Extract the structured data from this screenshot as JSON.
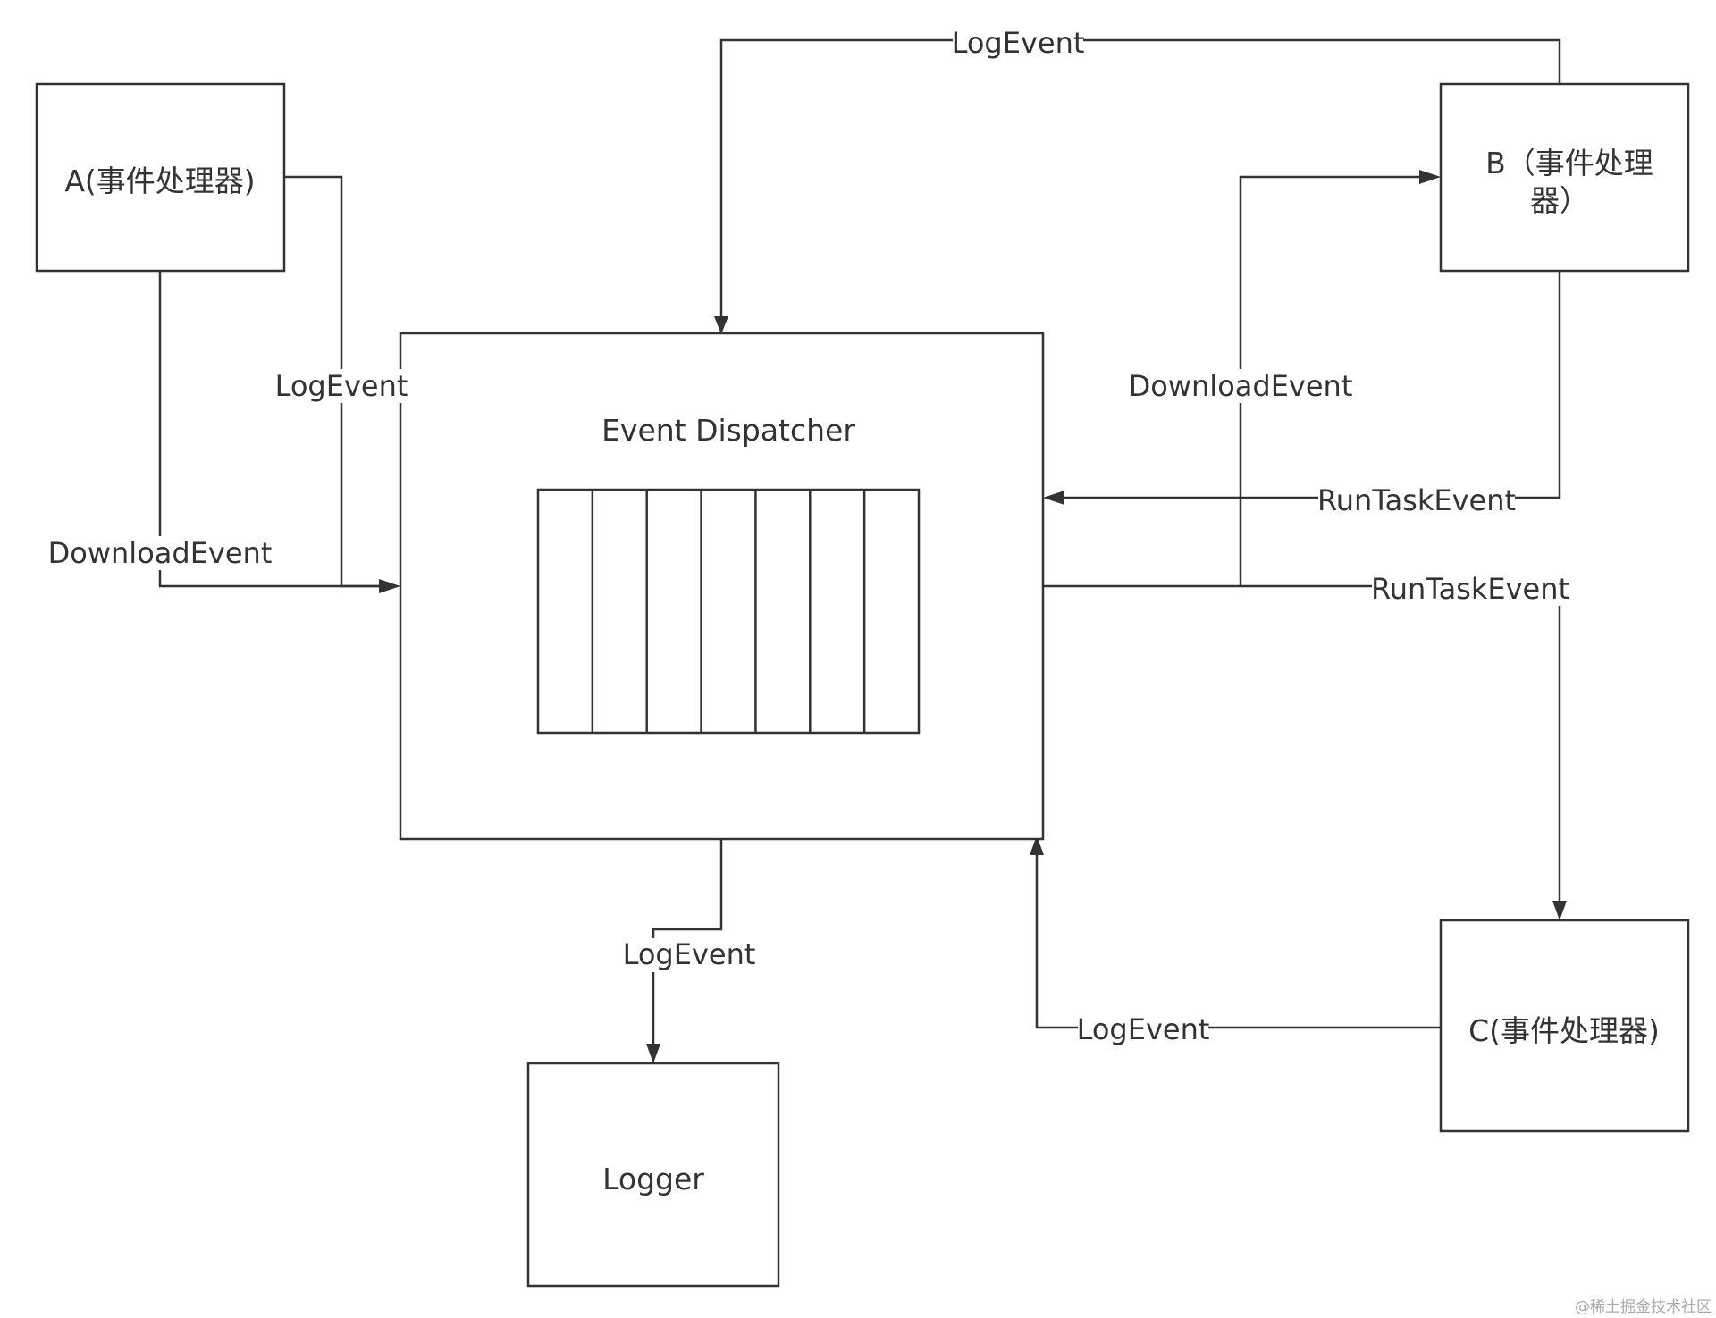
{
  "nodes": {
    "a": {
      "label": "A(事件处理器)"
    },
    "b": {
      "line1": "B（事件处理",
      "line2": "器）"
    },
    "c": {
      "label": "C(事件处理器)"
    },
    "dispatcher": {
      "label": "Event Dispatcher",
      "queue_cells": 7
    },
    "logger": {
      "label": "Logger"
    }
  },
  "edges": {
    "b_to_dispatcher_log": "LogEvent",
    "a_log": "LogEvent",
    "a_download": "DownloadEvent",
    "dispatcher_to_b_download": "DownloadEvent",
    "b_runtask": "RunTaskEvent",
    "dispatcher_to_c_runtask": "RunTaskEvent",
    "dispatcher_to_logger_log": "LogEvent",
    "c_log": "LogEvent"
  },
  "watermark": "@稀土掘金技术社区",
  "colors": {
    "stroke": "#333333",
    "background": "#ffffff"
  }
}
